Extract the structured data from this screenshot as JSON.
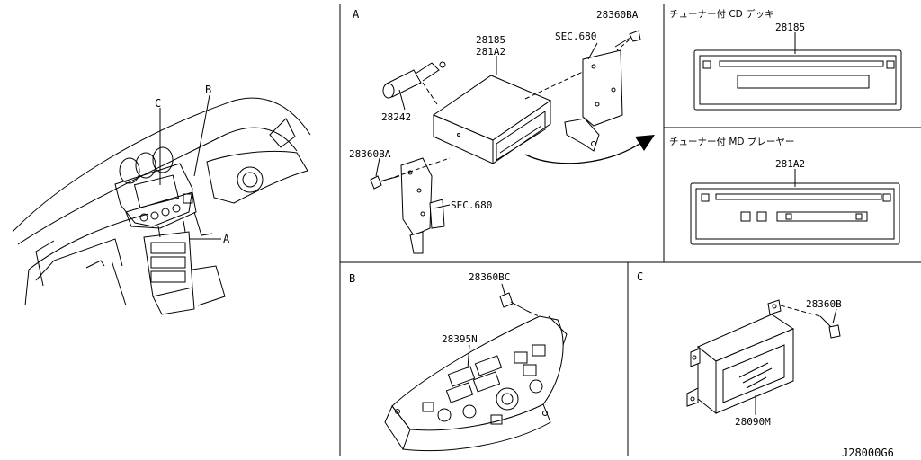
{
  "sections": {
    "a": {
      "label": "A"
    },
    "b": {
      "label": "B"
    },
    "c": {
      "label": "C"
    }
  },
  "overview": {
    "callout_c": "C",
    "callout_b": "B",
    "callout_a": "A"
  },
  "parts": {
    "a_28185": "28185",
    "a_281A2": "281A2",
    "a_28360BA_top": "28360BA",
    "a_sec680_top": "SEC.680",
    "a_28242": "28242",
    "a_28360BA_left": "28360BA",
    "a_sec680_bottom": "SEC.680",
    "b_28360BC": "28360BC",
    "b_28395N": "28395N",
    "c_28360B": "28360B",
    "c_28090M": "28090M"
  },
  "variants": {
    "cd": {
      "title": "チューナー付 CD デッキ",
      "part": "28185"
    },
    "md": {
      "title": "チューナー付 MD プレーヤー",
      "part": "281A2"
    }
  },
  "diagram_id": "J28000G6"
}
